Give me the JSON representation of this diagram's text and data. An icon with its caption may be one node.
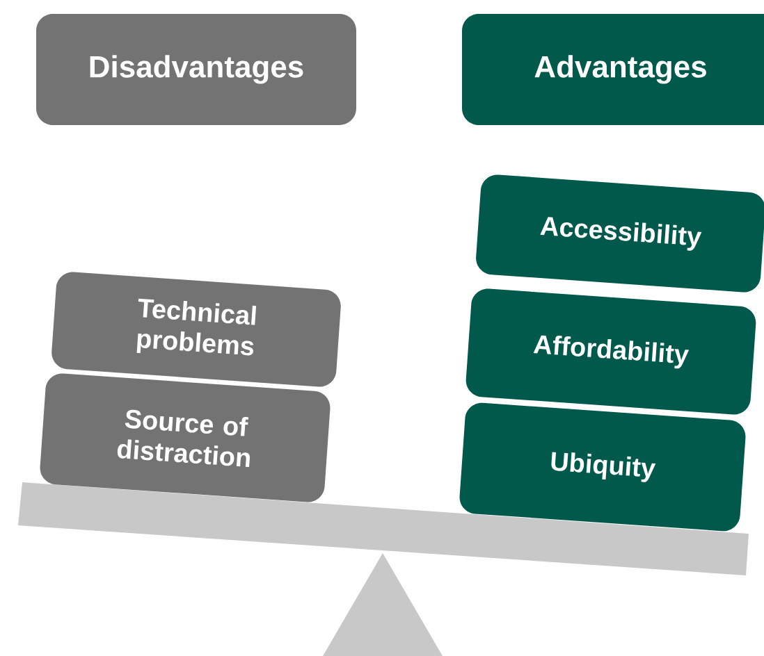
{
  "diagram": {
    "nodes": [
      {
        "text": [
          "Disadvantages"
        ]
      },
      {
        "text": [
          "Advantages"
        ]
      },
      {
        "text": [
          "Accessibility"
        ]
      },
      {
        "text": [
          "Affordability"
        ]
      },
      {
        "text": [
          "Ubiquity"
        ]
      },
      {
        "text": [
          "Technical problems"
        ]
      },
      {
        "text": [
          "Source of distraction"
        ]
      }
    ]
  }
}
